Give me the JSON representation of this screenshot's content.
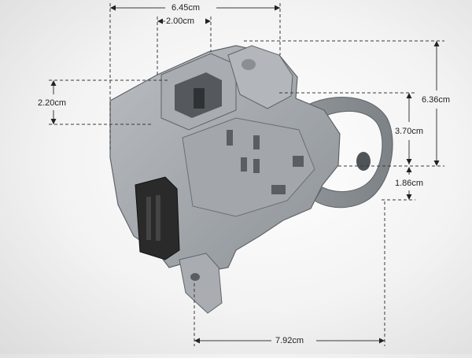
{
  "image": {
    "subject": "door-lock-component-photo",
    "colors": {
      "body": "#9ea3a7",
      "body_light": "#b7bbbf",
      "body_dark": "#6e7377",
      "connector": "#2a2a2a",
      "dimension_line": "#3a3a3a",
      "label_text": "#222222"
    }
  },
  "dimensions": {
    "width_top": "6.45cm",
    "hole_width": "2.00cm",
    "left_height": "2.20cm",
    "total_height": "6.36cm",
    "mid_height": "3.70cm",
    "lower_height": "1.86cm",
    "bottom_width": "7.92cm"
  }
}
